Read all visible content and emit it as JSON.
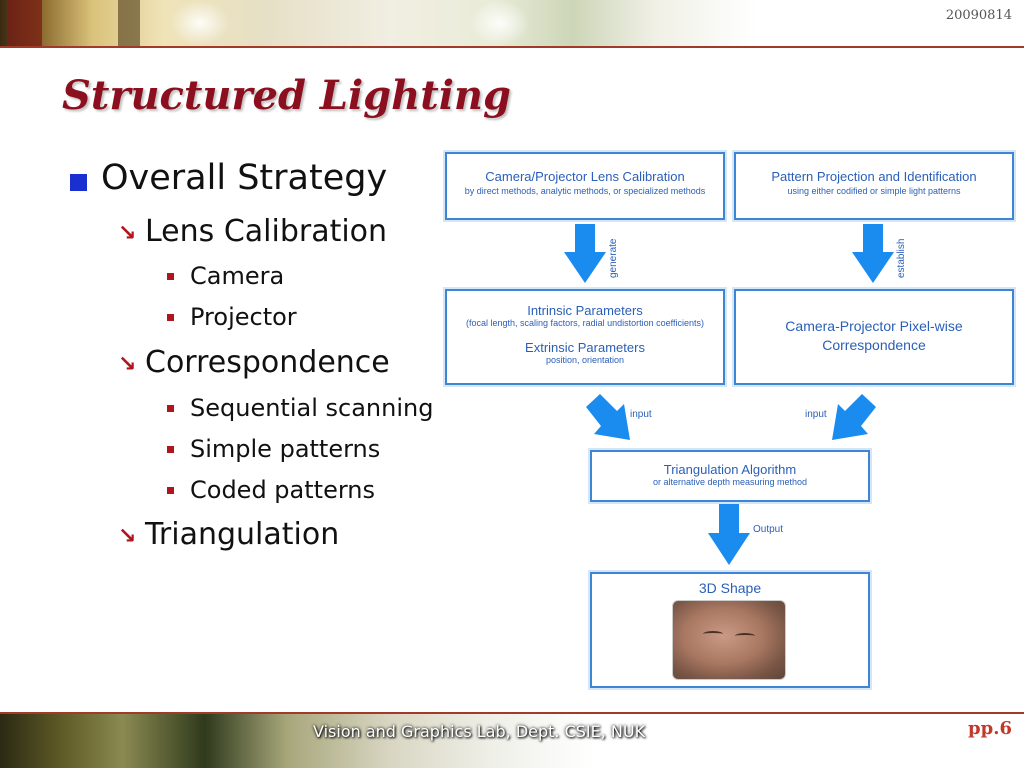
{
  "header": {
    "date": "20090814"
  },
  "slide": {
    "title": "Structured Lighting"
  },
  "bullets": {
    "overall": "Overall Strategy",
    "lens": "Lens Calibration",
    "camera": "Camera",
    "projector": "Projector",
    "correspondence": "Correspondence",
    "sequential": "Sequential scanning",
    "simple": "Simple patterns",
    "coded": "Coded patterns",
    "triangulation": "Triangulation"
  },
  "diagram": {
    "box1": {
      "title": "Camera/Projector Lens Calibration",
      "sub": "by direct methods, analytic methods, or specialized methods"
    },
    "box2": {
      "title": "Pattern Projection and Identification",
      "sub": "using either codified or simple light patterns"
    },
    "box3": {
      "title": "Intrinsic Parameters",
      "sub": "(focal length, scaling factors, radial undistortion coefficients)",
      "title2": "Extrinsic Parameters",
      "sub2": "position, orientation"
    },
    "box4": {
      "title1": "Camera-Projector Pixel-wise",
      "title2": "Correspondence"
    },
    "box5": {
      "title": "Triangulation Algorithm",
      "sub": "or alternative depth measuring method"
    },
    "box6": {
      "title": "3D Shape"
    },
    "labels": {
      "generate": "generate",
      "establish": "establish",
      "input_left": "input",
      "input_right": "input",
      "output": "Output"
    },
    "arrow_color": "#1a8cf0"
  },
  "footer": {
    "lab": "Vision and Graphics Lab, Dept. CSIE, NUK",
    "page": "pp.6"
  }
}
